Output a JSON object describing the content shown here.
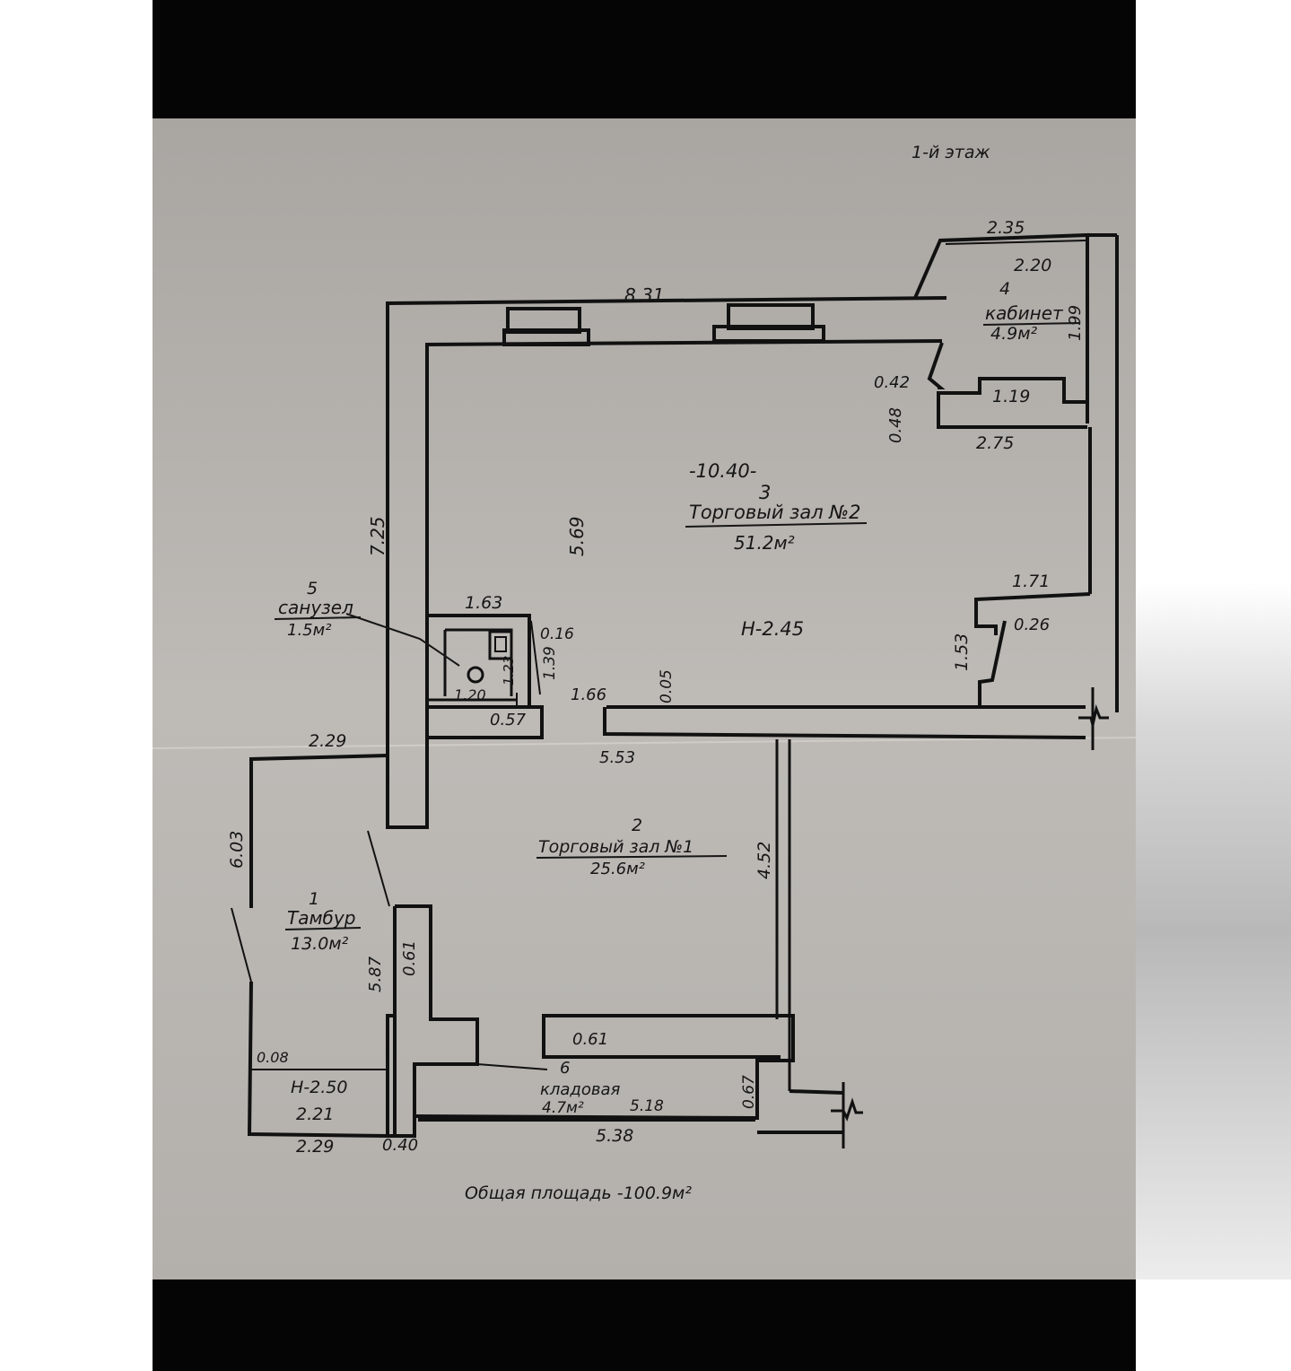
{
  "floor_title": "1-й этаж",
  "rooms": [
    {
      "number": "1",
      "name": "Тамбур",
      "area": "13.0м²"
    },
    {
      "number": "2",
      "name": "Торговый зал №1",
      "area": "25.6м²"
    },
    {
      "number": "3",
      "name": "Торговый зал №2",
      "area": "51.2м²",
      "extra": "-10.40-"
    },
    {
      "number": "4",
      "name": "кабинет",
      "area": "4.9м²"
    },
    {
      "number": "5",
      "name": "санузел",
      "area": "1.5м²"
    },
    {
      "number": "6",
      "name": "кладовая",
      "area": "4.7м²"
    }
  ],
  "heights": [
    "Н-2.45",
    "Н-2.50"
  ],
  "dimensions": {
    "top_wall": "8.31",
    "office_top_outer": "2.35",
    "office_top_inner": "2.20",
    "office_side": "1.99",
    "office_jog_a": "0.42",
    "office_jog_b": "0.48",
    "office_bottom": "1.19",
    "office_lower": "2.75",
    "left_wall_upper": "7.25",
    "hall2_height": "5.69",
    "right_jog": "1.71",
    "right_jog_b": "0.26",
    "right_low": "1.53",
    "wc_top": "1.63",
    "wc_a": "0.16",
    "wc_b": "1.39",
    "wc_c": "1.23",
    "wc_d": "1.20",
    "wc_e": "0.57",
    "door_gap": "1.66",
    "wall_piece": "0.05",
    "entrance_top": "2.29",
    "partition": "5.53",
    "left_outer": "6.03",
    "vestibule_side": "5.87",
    "pillar": "0.61",
    "hall1_side": "4.52",
    "store_top": "0.61",
    "store_side": "0.67",
    "store_inner": "5.18",
    "store_bottom": "5.38",
    "small_a": "0.08",
    "small_b": "2.21",
    "bottom_left": "2.29",
    "bottom_wall": "0.40"
  },
  "total_area": "Общая площадь -100.9м²"
}
